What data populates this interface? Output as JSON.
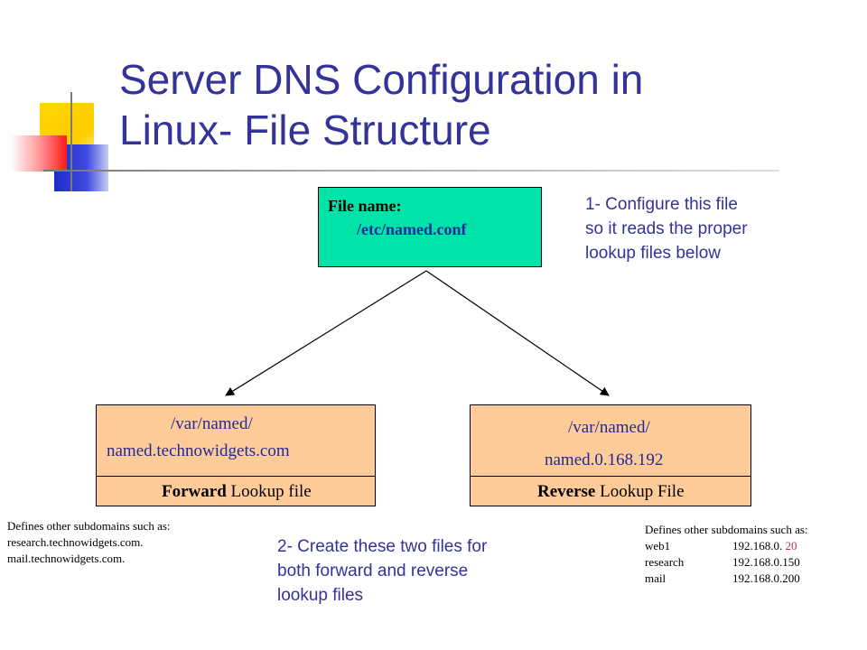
{
  "title": {
    "line1": "Server DNS Configuration in",
    "line2": "Linux- File Structure"
  },
  "config_file": {
    "label": "File name:",
    "path": "/etc/named.conf"
  },
  "note_top": {
    "line1": "1- Configure this file",
    "line2": "so it reads the proper",
    "line3": "lookup files below"
  },
  "forward": {
    "path_line1": "/var/named/",
    "path_line2": "named.technowidgets.com",
    "label_bold": "Forward",
    "label_rest": " Lookup file"
  },
  "reverse": {
    "path_line1": "/var/named/",
    "path_line2": "named.0.168.192",
    "label_bold": "Reverse",
    "label_rest": " Lookup File"
  },
  "left_defs": {
    "heading": "Defines other subdomains such as:",
    "items": [
      "research.technowidgets.com.",
      "mail.technowidgets.com."
    ]
  },
  "note_bottom": {
    "line1": "2- Create these two files for",
    "line2": "both forward and reverse",
    "line3": "lookup files"
  },
  "right_defs": {
    "heading": "Defines other subdomains such as:",
    "rows": [
      {
        "name": "web1",
        "ip_main": "192.168.0.",
        "ip_suffix": " 20"
      },
      {
        "name": "research",
        "ip_main": "192.168.0.150",
        "ip_suffix": ""
      },
      {
        "name": "mail",
        "ip_main": "192.168.0.200",
        "ip_suffix": ""
      }
    ]
  },
  "colors": {
    "title": "#333399",
    "config_box": "#00e3a8",
    "lookup_box": "#ffcc99",
    "accent": "#b03060"
  }
}
